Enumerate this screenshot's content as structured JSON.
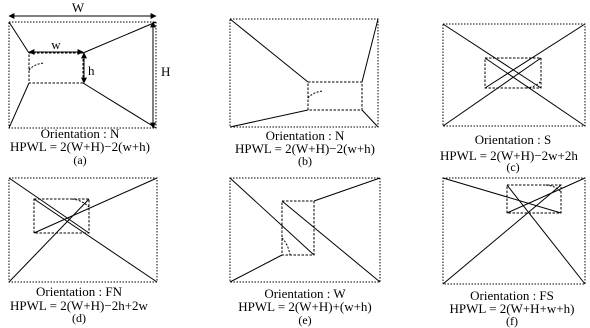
{
  "panels": [
    {
      "id": "a",
      "caption": "(a)",
      "orientation_text": "Orientation : N",
      "hpwl_text": "HPWL = 2(W+H)−2(w+h)",
      "dimension_labels": {
        "W": "W",
        "H": "H",
        "w": "w",
        "h": "h"
      }
    },
    {
      "id": "b",
      "caption": "(b)",
      "orientation_text": "Orientation : N",
      "hpwl_text": "HPWL = 2(W+H)−2(w+h)"
    },
    {
      "id": "c",
      "caption": "(c)",
      "orientation_text": "Orientation : S",
      "hpwl_text": "HPWL = 2(W+H)−2w+2h"
    },
    {
      "id": "d",
      "caption": "(d)",
      "orientation_text": "Orientation : FN",
      "hpwl_text": "HPWL = 2(W+H)−2h+2w"
    },
    {
      "id": "e",
      "caption": "(e)",
      "orientation_text": "Orientation : W",
      "hpwl_text": "HPWL = 2(W+H)+(w+h)"
    },
    {
      "id": "f",
      "caption": "(f)",
      "orientation_text": "Orientation : FS",
      "hpwl_text": "HPWL = 2(W+H+w+h)"
    }
  ]
}
